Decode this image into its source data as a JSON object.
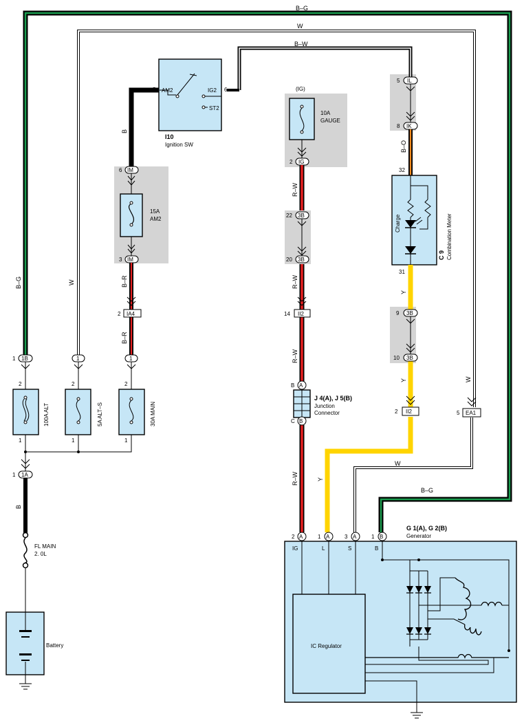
{
  "wires": {
    "bg_top": "B–G",
    "w_top": "W",
    "bw_top": "B–W",
    "bg_left": "B–G",
    "w_left": "W",
    "b_sw": "B",
    "br1": "B–R",
    "br2": "B–R",
    "b_fl": "B",
    "rw1": "R–W",
    "rw2": "R–W",
    "rw3": "R–W",
    "rw4": "R–W",
    "bo": "B–O",
    "y1": "Y",
    "y2": "Y",
    "y_gen": "Y",
    "w_right": "W",
    "w_gen": "W",
    "bg_gen": "B–G"
  },
  "components": {
    "ignition_id": "I10",
    "ignition_name": "Ignition SW",
    "ign_am2": "AM2",
    "ign_ig2": "IG2",
    "ign_st2": "ST2",
    "fuse_am2_a": "15A",
    "fuse_am2_b": "AM2",
    "fuse_gauge_ig": "(IG)",
    "fuse_gauge_a": "10A",
    "fuse_gauge_b": "GAUGE",
    "fuse_alt": "100A ALT",
    "fuse_alts": "5A ALT–S",
    "fuse_main": "30A MAIN",
    "fl_main_a": "FL MAIN",
    "fl_main_b": "2. 0L",
    "battery": "Battery",
    "junction_id": "J 4(A), J 5(B)",
    "junction_name_a": "Junction",
    "junction_name_b": "Connector",
    "meter_id": "C 9",
    "meter_name": "Combination Meter",
    "charge": "Charge",
    "gen_id": "G 1(A), G 2(B)",
    "gen_name": "Generator",
    "ic_regulator": "IC Regulator",
    "gen_ig": "IG",
    "gen_l": "L",
    "gen_s": "S",
    "gen_b": "B"
  },
  "connectors": {
    "IL": "IL",
    "IK": "IK",
    "IM_top": "IM",
    "IM_bot": "IM",
    "IG": "IG",
    "3B_a": "3B",
    "3B_b": "3B",
    "3B_c": "3B",
    "3B_d": "3B",
    "IA4": "IA4",
    "II2_a": "II2",
    "II2_b": "II2",
    "EA1": "EA1",
    "1B": "1B",
    "1_a": "1",
    "1_b": "1",
    "1A": "1A",
    "A": "A",
    "B": "B",
    "genA1": "A",
    "genA2": "A",
    "genA3": "A",
    "genB": "B"
  },
  "pins": {
    "p5_ign": "5",
    "p6_ign": "6",
    "p5_il": "5",
    "p8_ik": "8",
    "p32": "32",
    "p31": "31",
    "p6_im": "6",
    "p3_im": "3",
    "p2_ia4": "2",
    "p2_ig": "2",
    "p22": "22",
    "p20": "20",
    "p14": "14",
    "p9": "9",
    "p10": "10",
    "p2_ii2": "2",
    "p5_ea1": "5",
    "p1_1b": "1",
    "p2_f1": "2",
    "p2_f2": "2",
    "p2_f3": "2",
    "p1_f1": "1",
    "p1_f2": "1",
    "p1_f3": "1",
    "p1_1a": "1",
    "pB_j": "B",
    "pC_j": "C",
    "pg2": "2",
    "pg1": "1",
    "pg3": "3",
    "pgb1": "1"
  }
}
